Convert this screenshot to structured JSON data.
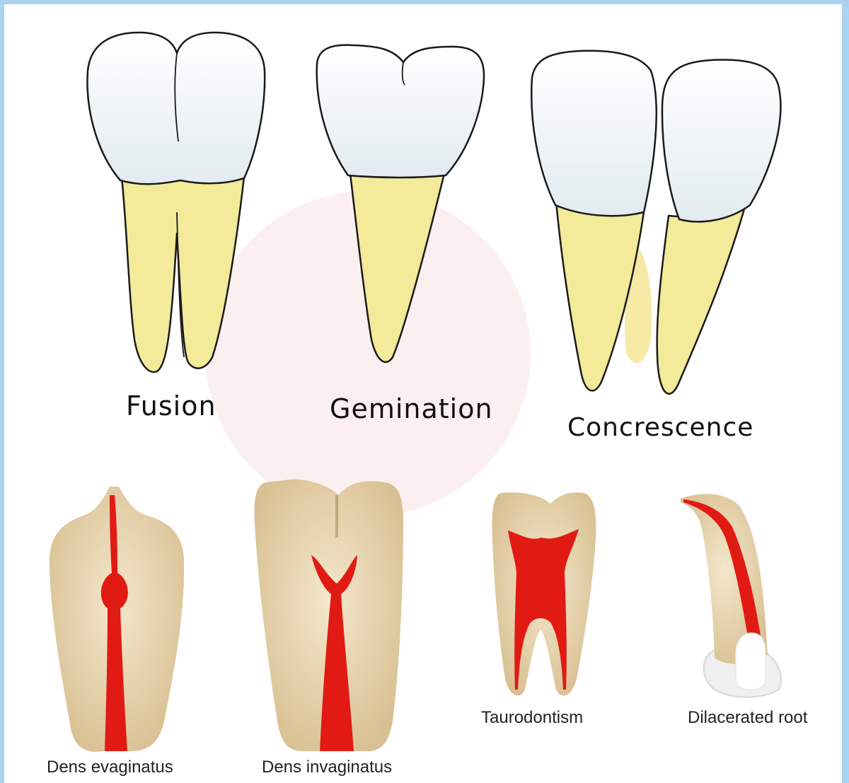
{
  "labels": {
    "fusion": "Fusion",
    "gemination": "Gemination",
    "concrescence": "Concrescence",
    "dens_evaginatus": "Dens evaginatus",
    "dens_invaginatus": "Dens invaginatus",
    "taurodontism": "Taurodontism",
    "dilacerated_root": "Dilacerated root"
  },
  "colors": {
    "enamel": "#eef3f6",
    "root": "#f3ea9a",
    "tooth_section": "#e4cfa6",
    "pulp": "#e11b13",
    "frame": "#a9d3f0"
  }
}
